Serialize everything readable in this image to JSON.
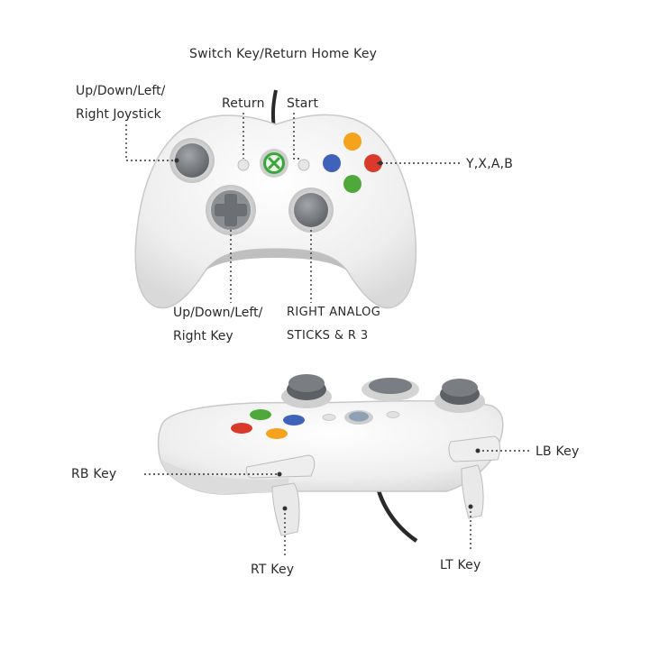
{
  "top_diagram": {
    "labels": {
      "switch_home": "Switch Key/Return Home Key",
      "joystick_line1": "Up/Down/Left/",
      "joystick_line2": "Right Joystick",
      "return": "Return",
      "start": "Start",
      "face_buttons": "Y,X,A,B",
      "dpad_line1": "Up/Down/Left/",
      "dpad_line2": "Right Key",
      "right_stick_line1": "RIGHT ANALOG",
      "right_stick_line2": "STICKS & R 3"
    }
  },
  "bottom_diagram": {
    "labels": {
      "rb": "RB Key",
      "lb": "LB Key",
      "rt": "RT Key",
      "lt": "LT Key"
    }
  },
  "colors": {
    "controller_body": "#f3f3f3",
    "controller_shadow": "#d6d6d6",
    "stick_gray": "#7a7e82",
    "button_y": "#f5a21c",
    "button_x": "#3e63b8",
    "button_a": "#4fa83a",
    "button_b": "#d93a2b",
    "guide_green": "#3aa63a",
    "leader_line": "#333333"
  },
  "icons": {
    "guide": "xbox-guide-icon"
  }
}
